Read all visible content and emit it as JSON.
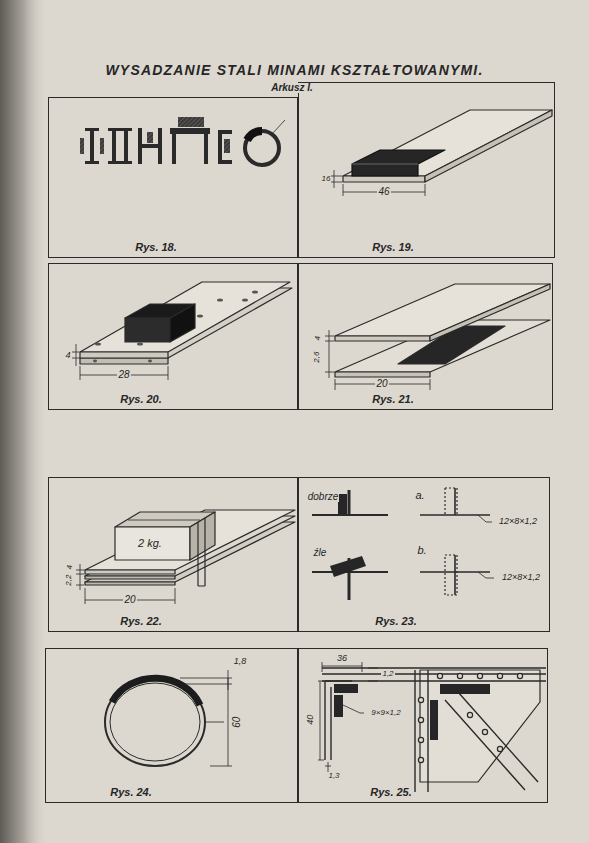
{
  "diagram": {
    "title": "WYSADZANIE STALI MINAMI KSZTAŁTOWANYMI.",
    "nodes": [
      {
        "text": [
          "Rys. 18."
        ]
      },
      {
        "text": [
          "Rys. 19."
        ]
      },
      {
        "text": [
          "Rys. 20."
        ]
      },
      {
        "text": [
          "Rys. 21."
        ]
      },
      {
        "text": [
          "Rys. 22."
        ]
      },
      {
        "text": [
          "Rys. 23."
        ]
      },
      {
        "text": [
          "Rys. 24."
        ]
      },
      {
        "text": [
          "Rys. 25."
        ]
      }
    ],
    "labels": [
      "Arkusz I.",
      "16",
      "46",
      "4",
      "28",
      "4",
      "2,6",
      "20",
      "2 kg.",
      "2,2",
      "4",
      "20",
      "dobrze",
      "a.",
      "12×8×1,2",
      "źle",
      "b.",
      "12×8×1,2",
      "1,8",
      "60",
      "36",
      "1,2",
      "40",
      "9×9×1,2",
      "1,3"
    ]
  }
}
